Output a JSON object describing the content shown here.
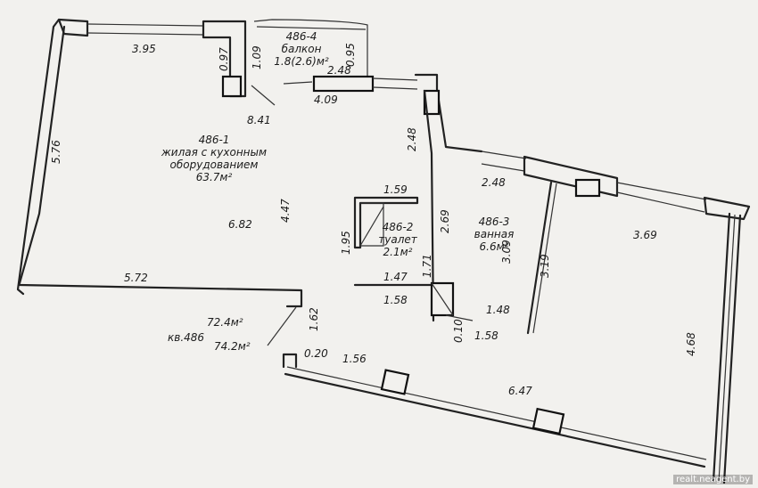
{
  "rooms": {
    "balcony": {
      "number": "486-4",
      "name": "балкон",
      "area": "1.8(2.6)м²"
    },
    "living": {
      "number": "486-1",
      "name_line1": "жилая с кухонным",
      "name_line2": "оборудованием",
      "area": "63.7м²"
    },
    "toilet": {
      "number": "486-2",
      "name": "туалет",
      "area": "2.1м²"
    },
    "bath": {
      "number": "486-3",
      "name": "ванная",
      "area": "6.6м²"
    }
  },
  "apartment": {
    "label": "кв.486",
    "area_living": "72.4м²",
    "area_total": "74.2м²"
  },
  "dimensions": {
    "d395": "3.95",
    "d097": "0.97",
    "d109": "1.09",
    "d095": "0.95",
    "d248a": "2.48",
    "d409": "4.09",
    "d841": "8.41",
    "d248b": "2.48",
    "d576": "5.76",
    "d248c": "2.48",
    "d447": "4.47",
    "d682": "6.82",
    "d159": "1.59",
    "d269": "2.69",
    "d195": "1.95",
    "d309": "3.09",
    "d319": "3.19",
    "d369": "3.69",
    "d572": "5.72",
    "d171": "1.71",
    "d147": "1.47",
    "d158a": "1.58",
    "d148": "1.48",
    "d010": "0.10",
    "d158b": "1.58",
    "d162": "1.62",
    "d020": "0.20",
    "d156": "1.56",
    "d647": "6.47",
    "d468": "4.68"
  },
  "watermark": "realt.neagent.by"
}
